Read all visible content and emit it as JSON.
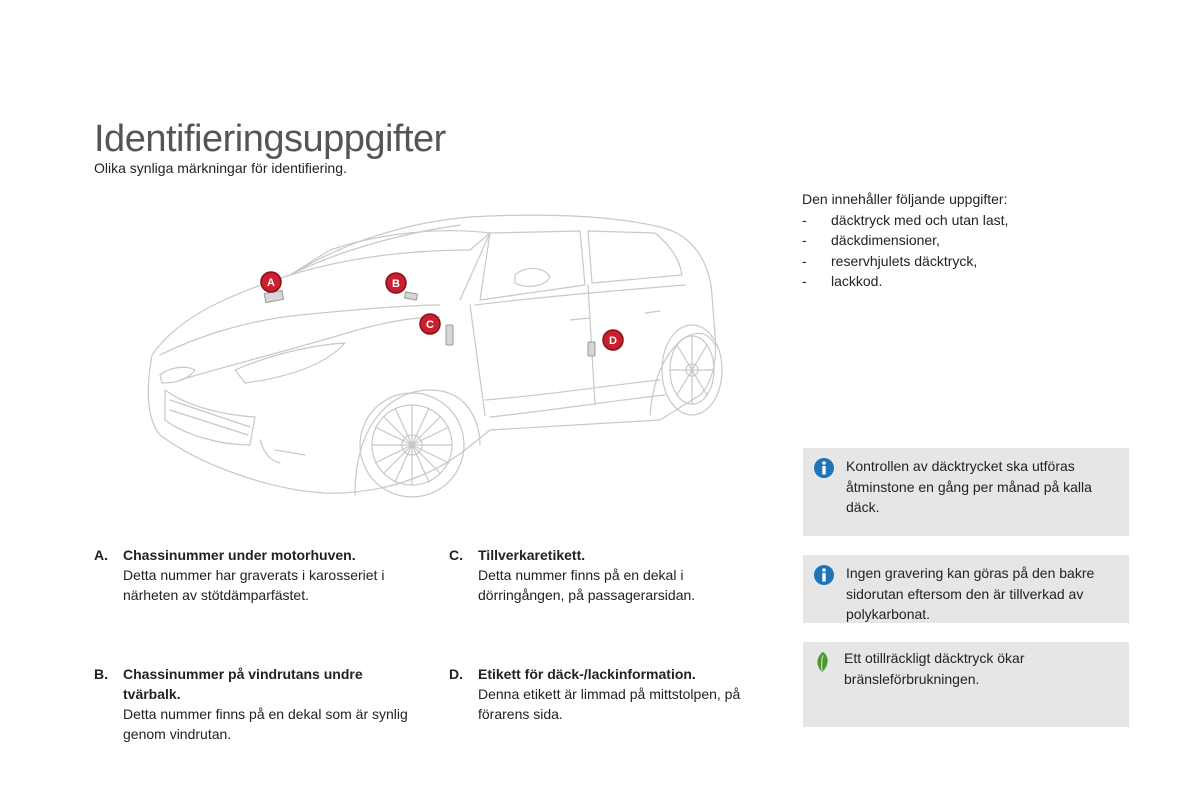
{
  "page": {
    "title": "Identifieringsuppgifter",
    "subtitle": "Olika synliga märkningar för identifiering."
  },
  "info": {
    "intro": "Den innehåller följande uppgifter:",
    "bullets": [
      "däcktryck med och utan last,",
      "däckdimensioner,",
      "reservhjulets däcktryck,",
      "lackkod."
    ]
  },
  "markers": [
    "A",
    "B",
    "C",
    "D"
  ],
  "items": {
    "a": {
      "letter": "A.",
      "head": "Chassinummer under motorhuven.",
      "desc": "Detta nummer har graverats i karosseriet i närheten av stötdämparfästet."
    },
    "b": {
      "letter": "B.",
      "head": "Chassinummer på vindrutans undre tvärbalk.",
      "desc": "Detta nummer finns på en dekal som är synlig genom vindrutan."
    },
    "c": {
      "letter": "C.",
      "head": "Tillverkaretikett.",
      "desc": "Detta nummer finns på en dekal i dörringången, på passagerarsidan."
    },
    "d": {
      "letter": "D.",
      "head": "Etikett för däck-/lackinformation.",
      "desc": "Denna etikett är limmad på mittstolpen, på förarens sida."
    }
  },
  "notes": [
    {
      "icon": "info-icon",
      "text": "Kontrollen av däcktrycket ska utföras åtminstone en gång per månad på kalla däck."
    },
    {
      "icon": "info-icon",
      "text": "Ingen gravering kan göras på den bakre sidorutan eftersom den är tillverkad av polykarbonat."
    },
    {
      "icon": "eco-leaf-icon",
      "text": "Ett otillräckligt däcktryck ökar bränsleförbrukningen."
    }
  ],
  "colors": {
    "marker_red": "#c8202e",
    "info_blue": "#1f73b7",
    "eco_green": "#4a9a2a",
    "note_bg": "#e6e6e6"
  }
}
